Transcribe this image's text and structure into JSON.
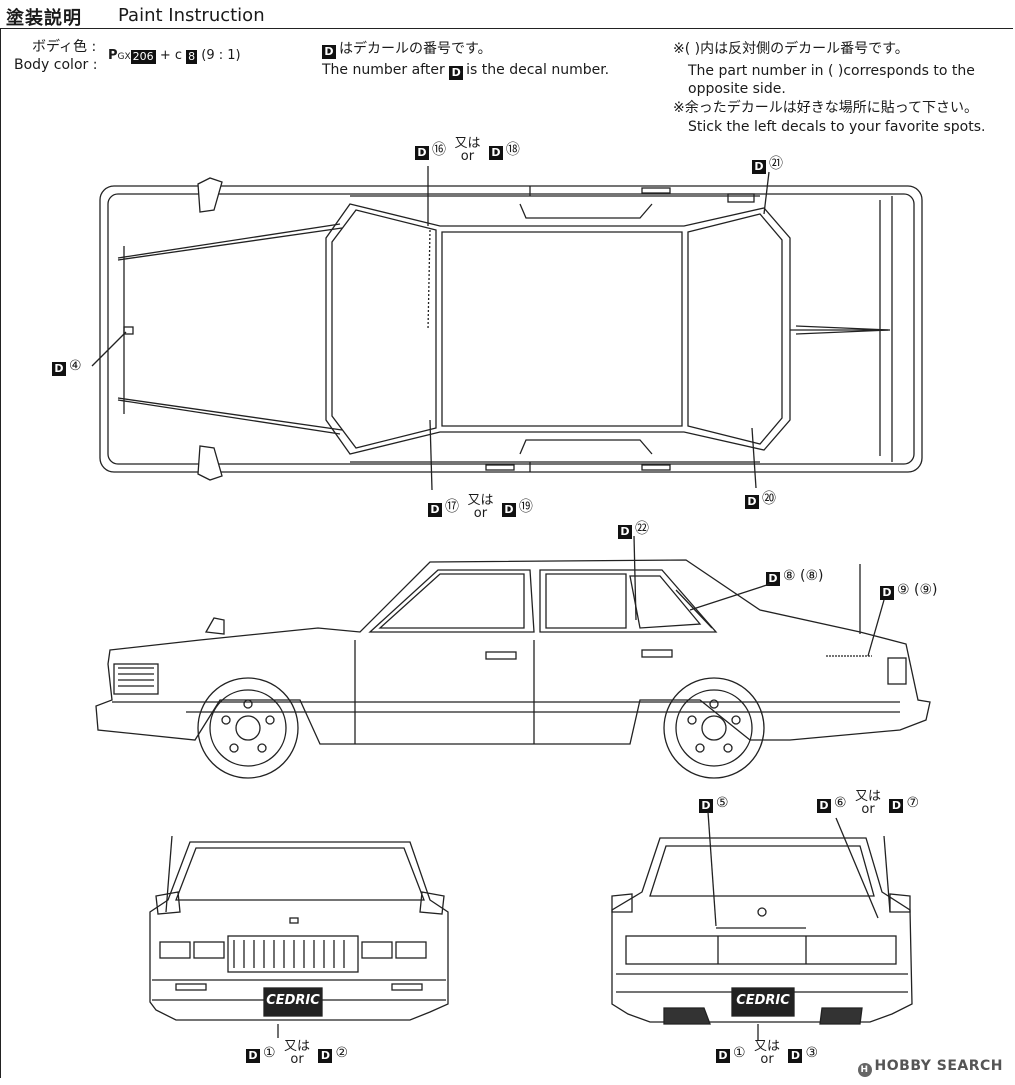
{
  "header": {
    "title_jp": "塗装説明",
    "title_en": "Paint Instruction"
  },
  "body_color": {
    "label_jp": "ボディ色 :",
    "label_en": "Body color :",
    "p_prefix": "P",
    "gx": "GX",
    "gx_num": "206",
    "plus": "+ c",
    "c_num": "8",
    "ratio": "(9 : 1)"
  },
  "decal_note": {
    "jp": "はデカールの番号です。",
    "en_before": "The number after",
    "en_after": "is the decal number.",
    "marker": "D"
  },
  "notes": {
    "line1_jp": "※(      )内は反対側のデカール番号です。",
    "line1_en_a": "The part number in (    )corresponds to the",
    "line1_en_b": "opposite side.",
    "line2_jp": "※余ったデカールは好きな場所に貼って下さい。",
    "line2_en": "Stick the left decals to your favorite spots."
  },
  "callouts": {
    "d": "D",
    "or_jp": "又は",
    "or_en": "or",
    "top_left": {
      "a": "⑯",
      "b": "⑱"
    },
    "top_right": "㉑",
    "left_hood": "④",
    "bottom_left": {
      "a": "⑰",
      "b": "⑲"
    },
    "bottom_right": "⑳",
    "side_pillar": "㉒",
    "side_window": "⑧ (⑧)",
    "side_trunk": "⑨ (⑨)",
    "rear_center": "⑤",
    "rear_right": {
      "a": "⑥",
      "b": "⑦"
    },
    "front_plate": {
      "a": "①",
      "b": "②"
    },
    "rear_plate": {
      "a": "①",
      "b": "③"
    }
  },
  "plates": {
    "front": "CEDRIC",
    "rear": "CEDRIC"
  },
  "watermark": {
    "logo": "H",
    "text": "HOBBY SEARCH"
  }
}
